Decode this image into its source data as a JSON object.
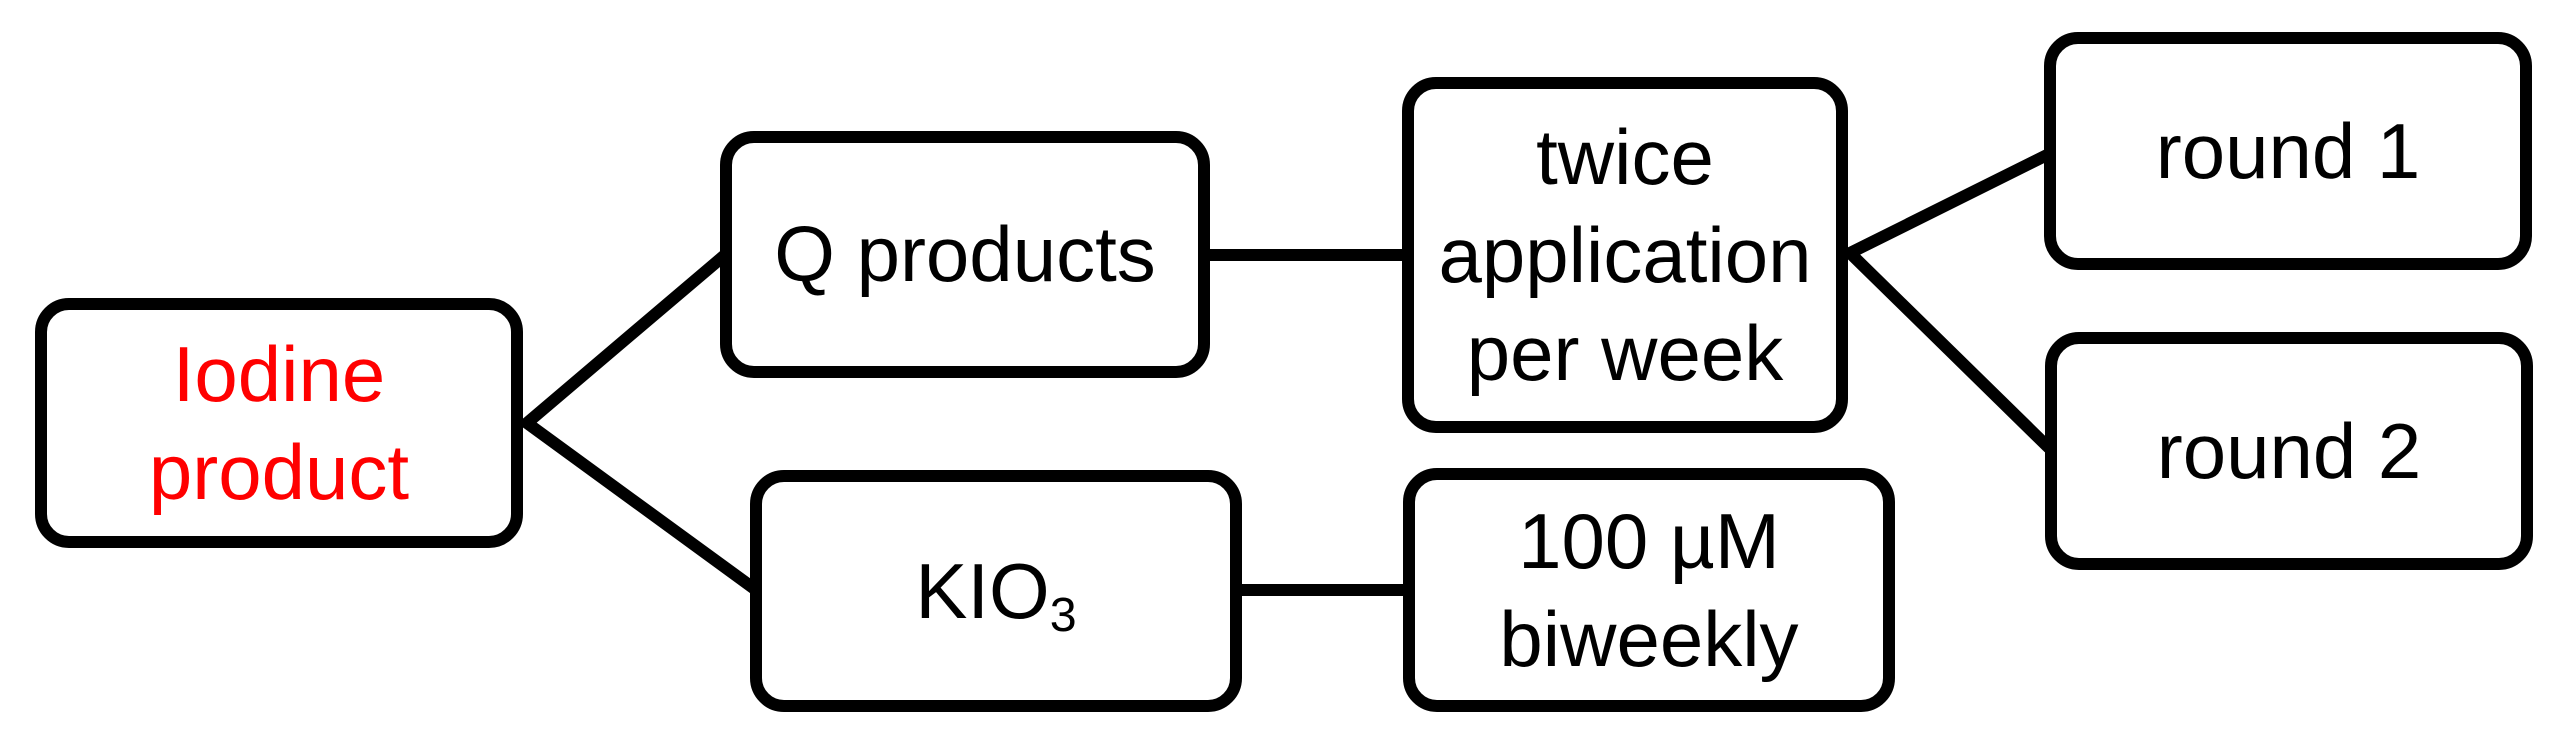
{
  "colors": {
    "background": "#ffffff",
    "box_fill": "#ffffff",
    "box_border": "#000000",
    "connector": "#000000",
    "text": "#000000",
    "root_text": "#ff0000"
  },
  "flowchart": {
    "root": {
      "label": "Iodine\nproduct"
    },
    "top_branch": {
      "product": {
        "label": "Q products"
      },
      "regimen": {
        "label": "twice\napplication\nper week"
      },
      "rounds": [
        {
          "label": "round 1"
        },
        {
          "label": "round 2"
        }
      ]
    },
    "bottom_branch": {
      "product": {
        "formula_base": "KIO",
        "formula_subscript": "3"
      },
      "regimen": {
        "label": "100 µM\nbiweekly"
      }
    }
  }
}
